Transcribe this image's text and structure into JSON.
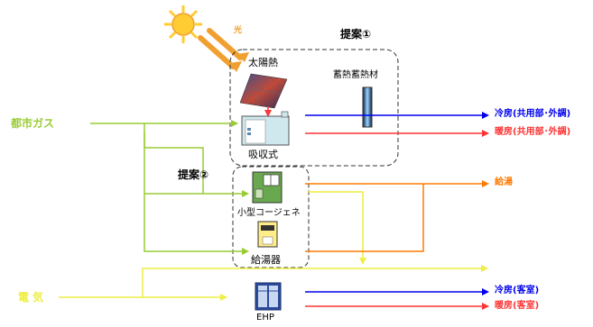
{
  "labels": {
    "proposal1": "提案①",
    "proposal2": "提案②",
    "solar_heat": "太陽熱",
    "light": "光",
    "heat_storage": "蓄熱蓄熱材",
    "city_gas": "都市ガス",
    "absorption": "吸収式",
    "cogen": "小型コージェネ",
    "water_heater": "給湯器",
    "electricity": "電 気",
    "ehp": "EHP",
    "cooling_common": "冷房(共用部･外調)",
    "heating_common": "暖房(共用部･外調)",
    "hot_water": "給湯",
    "cooling_room": "冷房(客室)",
    "heating_room": "暖房(客室)"
  },
  "colors": {
    "gas_line": "#99cc33",
    "elec_line": "#ffff66",
    "cool_line": "#0000ee",
    "heat_line": "#ff3333",
    "hotwater_line": "#ff7a00",
    "sun": "#ffcc33",
    "sun_arrow": "#f0a030"
  },
  "icons": [
    "sun-icon",
    "solar-panel-icon",
    "absorption-chiller-icon",
    "heat-storage-icon",
    "cogeneration-icon",
    "water-heater-icon",
    "ehp-unit-icon"
  ]
}
